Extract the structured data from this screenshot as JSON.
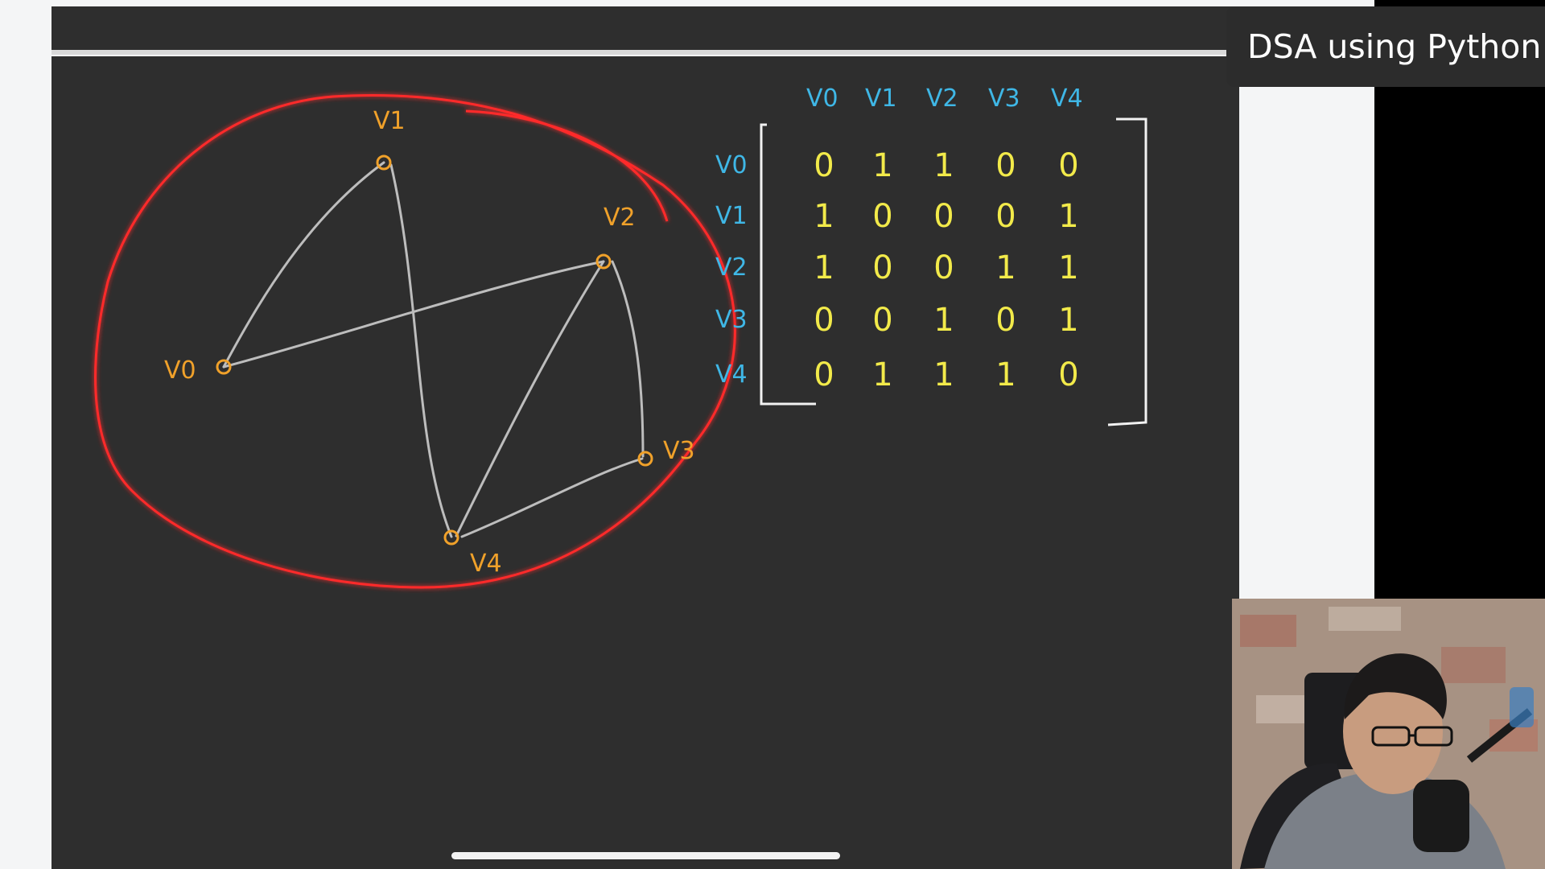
{
  "overlay": {
    "course_title": "DSA using Python"
  },
  "graph": {
    "vertices": [
      {
        "label": "V0"
      },
      {
        "label": "V1"
      },
      {
        "label": "V2"
      },
      {
        "label": "V3"
      },
      {
        "label": "V4"
      }
    ]
  },
  "matrix": {
    "col_headers": [
      "V0",
      "V1",
      "V2",
      "V3",
      "V4"
    ],
    "row_headers": [
      "V0",
      "V1",
      "V2",
      "V3",
      "V4"
    ],
    "rows": [
      [
        "0",
        "1",
        "1",
        "0",
        "0"
      ],
      [
        "1",
        "0",
        "0",
        "0",
        "1"
      ],
      [
        "1",
        "0",
        "0",
        "1",
        "1"
      ],
      [
        "0",
        "0",
        "1",
        "0",
        "1"
      ],
      [
        "0",
        "1",
        "1",
        "1",
        "0"
      ]
    ]
  },
  "colors": {
    "board": "#2e2e2e",
    "vertex": "#f0a12a",
    "edge": "#bdbdbd",
    "highlight": "#ff2a2a",
    "matrix_header": "#3fb7e6",
    "matrix_value": "#f2ea4a",
    "bracket": "#f2f2f2"
  },
  "icons": {
    "course_badge": "course-title-badge",
    "webcam": "presenter-webcam"
  }
}
